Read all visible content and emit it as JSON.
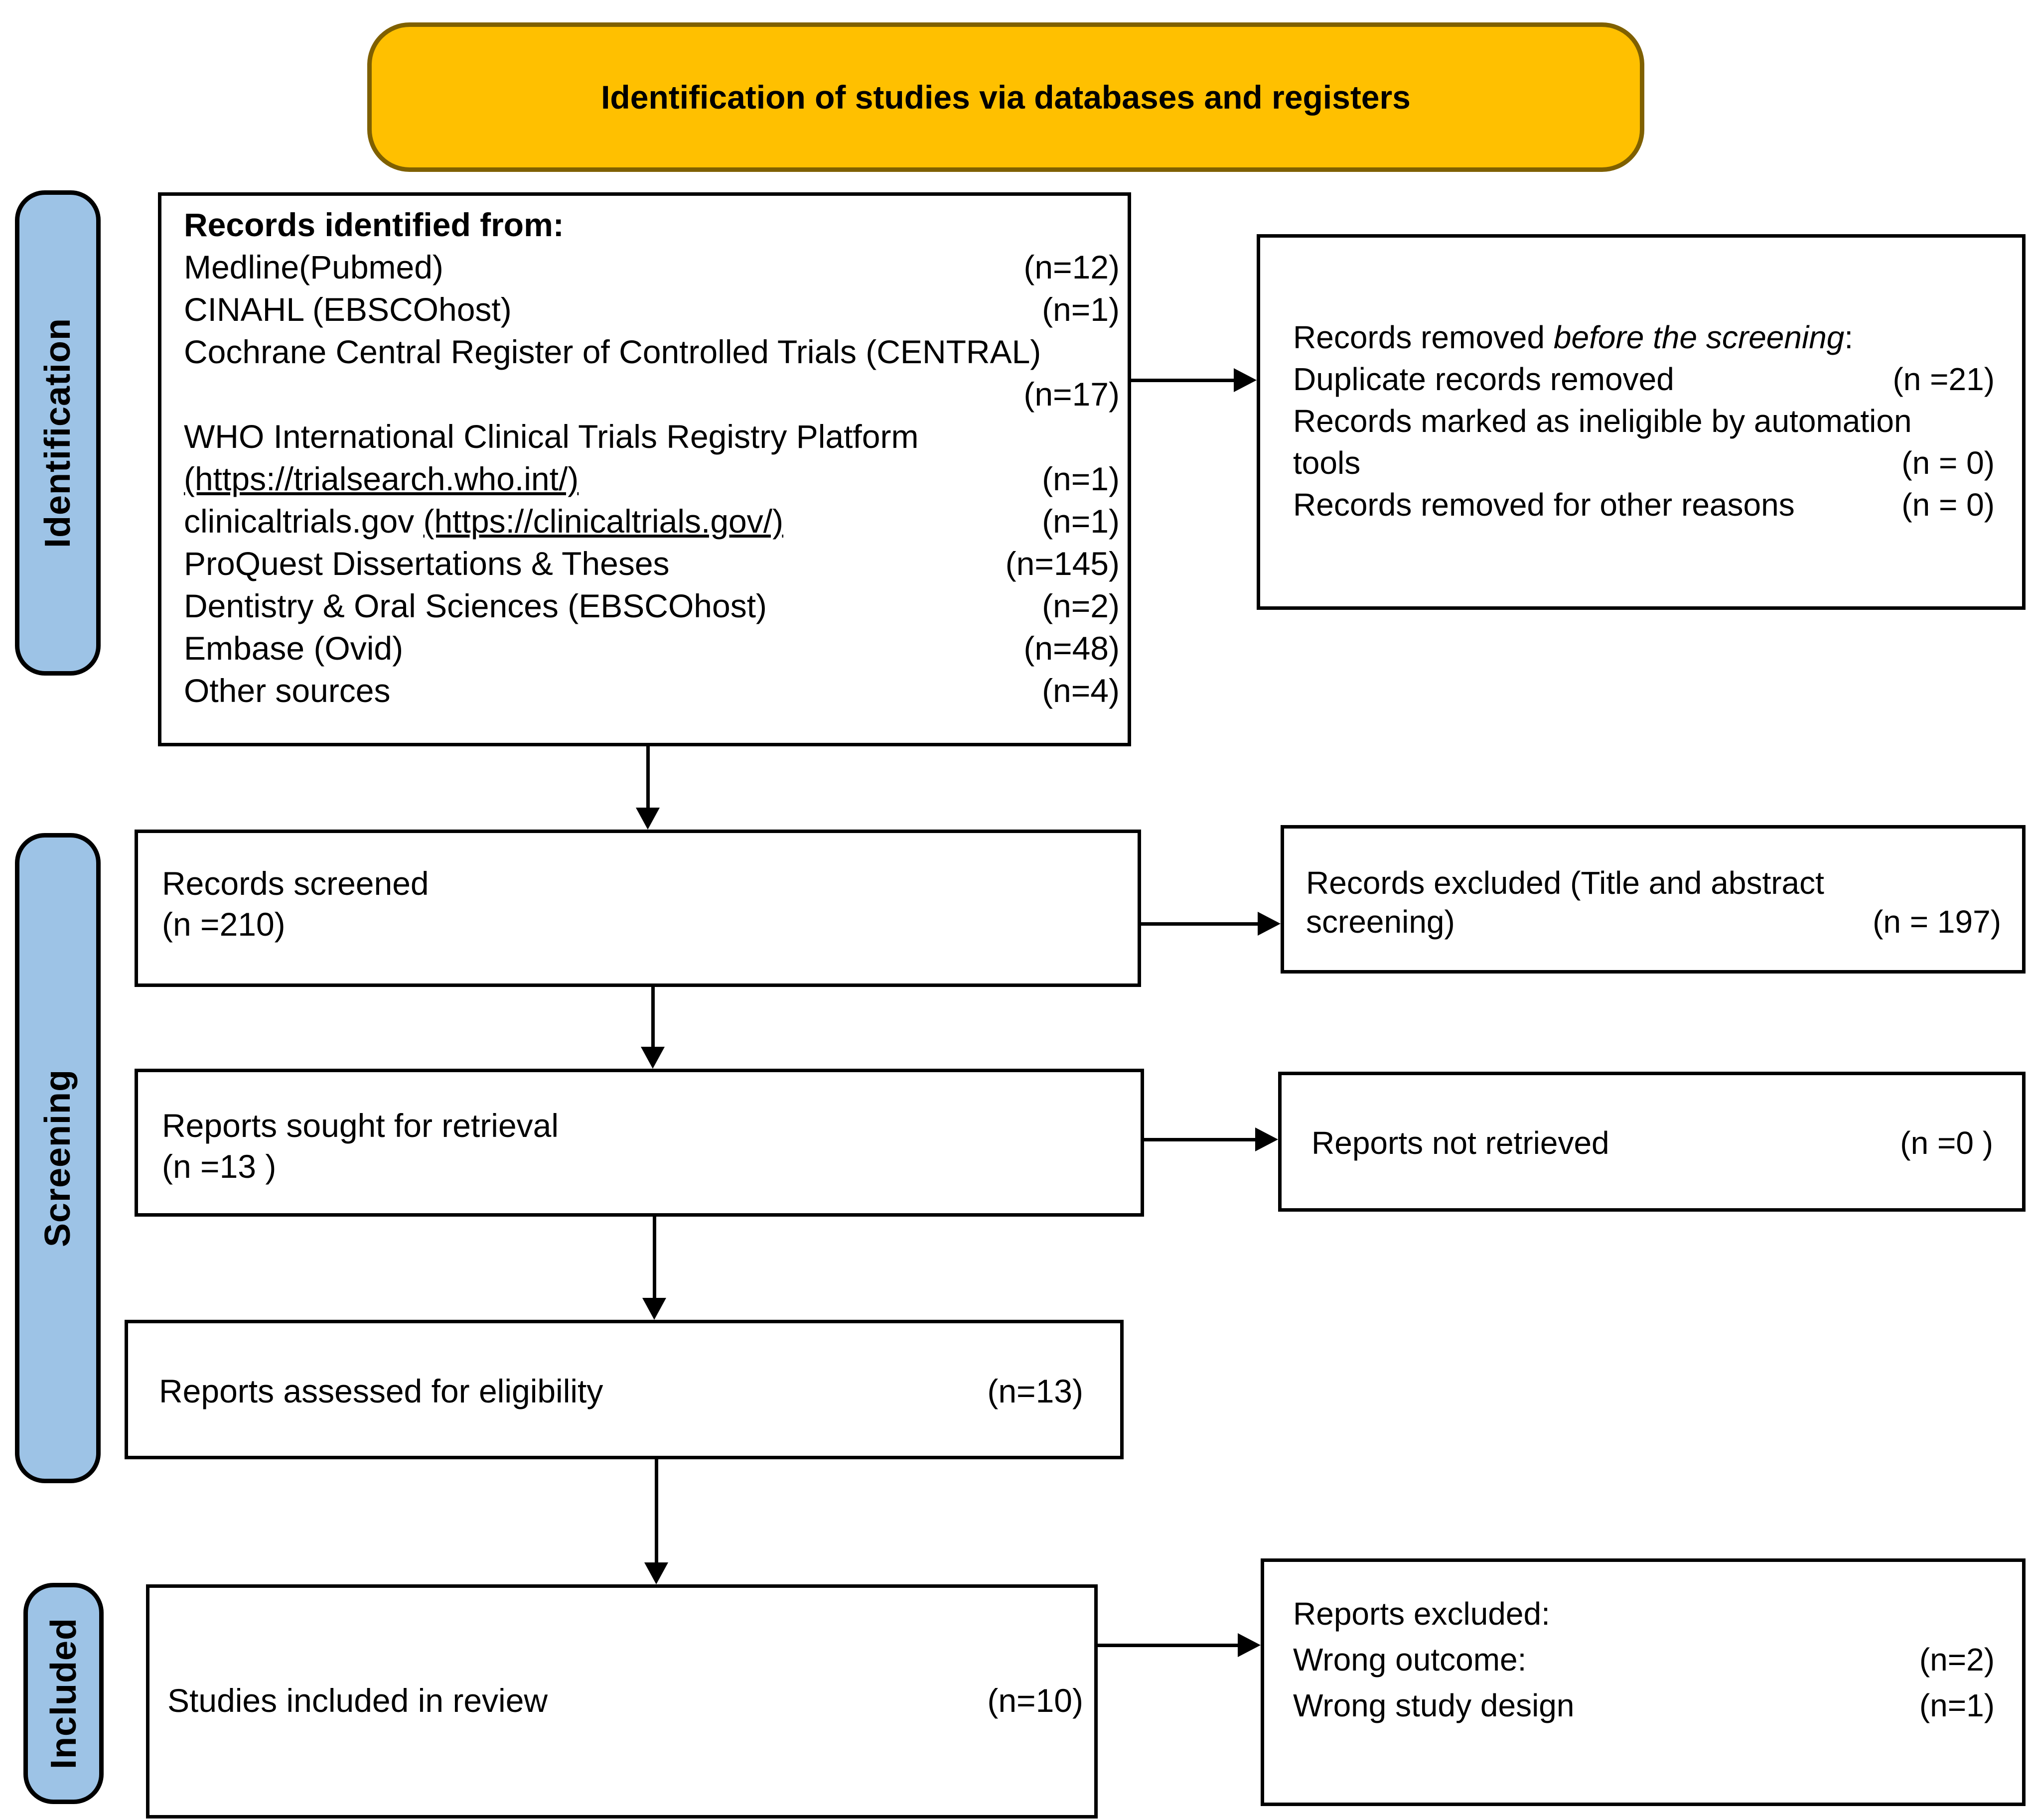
{
  "banner": {
    "title": "Identification of studies via databases and registers"
  },
  "sidebar": {
    "identification_label": "Identification",
    "screening_label": "Screening",
    "included_label": "Included"
  },
  "colors": {
    "banner_fill": "#FFC000",
    "banner_border": "#7F6000",
    "stage_fill": "#9DC3E6",
    "box_border": "#000000"
  },
  "boxes": {
    "identified": {
      "title": "Records identified from:",
      "rows": [
        {
          "pre": "Medline(Pubmed)",
          "link": "",
          "value": "(n=12)"
        },
        {
          "pre": "CINAHL (EBSCOhost)",
          "link": "",
          "value": "(n=1)"
        },
        {
          "pre": "Cochrane Central Register of Controlled Trials (CENTRAL)",
          "link": "",
          "value": ""
        },
        {
          "pre": "",
          "link": "",
          "value": "(n=17)"
        },
        {
          "pre": "WHO International Clinical Trials Registry Platform",
          "link": "",
          "value": ""
        },
        {
          "pre": "",
          "link": "(https://trialsearch.who.int/)",
          "value": "(n=1)"
        },
        {
          "pre": "clinicaltrials.gov ",
          "link": "(https://clinicaltrials.gov/)",
          "value": "(n=1)"
        },
        {
          "pre": "ProQuest Dissertations & Theses",
          "link": "",
          "value": "(n=145)"
        },
        {
          "pre": "Dentistry & Oral Sciences (EBSCOhost)",
          "link": "",
          "value": "(n=2)"
        },
        {
          "pre": "Embase (Ovid)",
          "link": "",
          "value": "(n=48)"
        },
        {
          "pre": "Other sources",
          "link": "",
          "value": "(n=4)"
        }
      ]
    },
    "removed": {
      "title_pre": "Records removed ",
      "title_italic": "before the screening",
      "title_post": ":",
      "rows": [
        {
          "pre": "Duplicate records removed",
          "value": "(n =21)"
        },
        {
          "pre": "Records marked as ineligible by automation",
          "value": ""
        },
        {
          "pre": "tools",
          "value": "(n = 0)"
        },
        {
          "pre": "Records removed for other reasons",
          "value": "(n = 0)"
        }
      ]
    },
    "screened": {
      "line1": "Records screened",
      "line2": "(n =210)"
    },
    "title_abstract_excluded": {
      "line1": "Records excluded (Title and abstract",
      "line2": "screening)",
      "value": "(n = 197)"
    },
    "sought": {
      "line1": "Reports sought for retrieval",
      "line2": "(n =13 )"
    },
    "not_retrieved": {
      "label": "Reports not retrieved",
      "value": "(n =0 )"
    },
    "assessed": {
      "label": "Reports assessed for eligibility",
      "value": "(n=13)"
    },
    "included": {
      "label": "Studies included in review",
      "value": "(n=10)"
    },
    "reports_excluded": {
      "title": "Reports excluded:",
      "rows": [
        {
          "pre": "Wrong outcome:",
          "value": "(n=2)"
        },
        {
          "pre": "Wrong study design",
          "value": "(n=1)"
        }
      ]
    }
  }
}
